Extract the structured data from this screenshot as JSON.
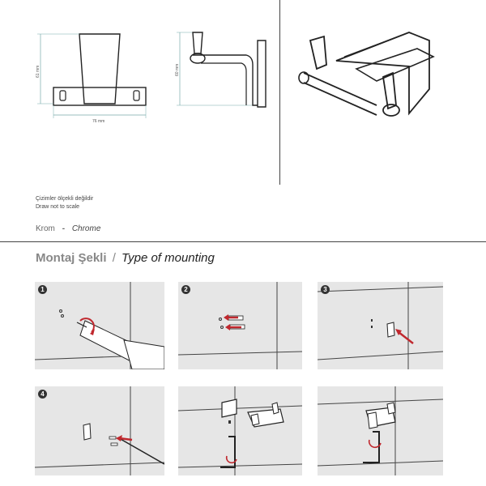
{
  "dimensions": {
    "width_label": "76 mm",
    "height_front_label": "61 mm",
    "height_side_label": "60 mm"
  },
  "notes": {
    "line_tr": "Çizimler ölçekli değildir",
    "line_en": "Draw not to scale"
  },
  "material": {
    "tr": "Krom",
    "separator": "-",
    "en": "Chrome"
  },
  "mounting": {
    "title_tr": "Montaj Şekli",
    "slash": "/",
    "title_en": "Type of mounting"
  },
  "steps": [
    {
      "number": "1"
    },
    {
      "number": "2"
    },
    {
      "number": "3"
    },
    {
      "number": "4"
    },
    {
      "number": ""
    },
    {
      "number": ""
    }
  ],
  "colors": {
    "arrow_red": "#c0282e",
    "panel_gray": "#e6e6e6",
    "divider": "#444444"
  }
}
